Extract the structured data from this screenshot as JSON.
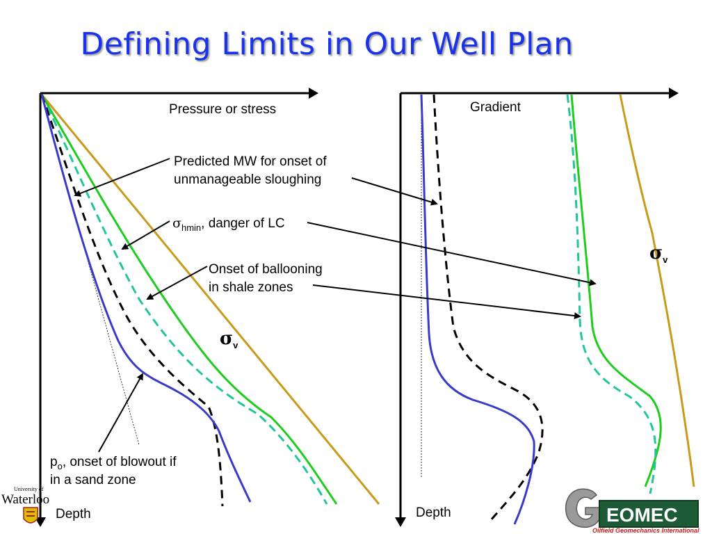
{
  "title": "Defining Limits in Our Well Plan",
  "left_plot": {
    "x_axis_label": "Pressure or stress",
    "y_axis_label": "Depth",
    "sigma_v_symbol": "σ",
    "sigma_v_subscript": "v"
  },
  "right_plot": {
    "x_axis_label": "Gradient",
    "y_axis_label": "Depth",
    "sigma_v_symbol": "σ",
    "sigma_v_subscript": "v"
  },
  "annotations": {
    "sloughing_line1": "Predicted MW for onset of",
    "sloughing_line2": "unmanageable sloughing",
    "hmin_symbol": "σ",
    "hmin_subscript": "hmin",
    "hmin_text": ", danger of LC",
    "ballooning_line1": "Onset of ballooning",
    "ballooning_line2": "in shale zones",
    "blowout_p": "p",
    "blowout_subscript": "o",
    "blowout_line1": ", onset of blowout if",
    "blowout_line2": "in a sand zone"
  },
  "logos": {
    "waterloo_small": "University of",
    "waterloo_name": "Waterloo",
    "geomec_name": "EOMEC",
    "geomec_tagline": "Oilfield Geomechanics International"
  },
  "colors": {
    "title": "#1a33e8",
    "pore_pressure": "#3a3ac8",
    "sloughing_mw": "#000000",
    "ballooning": "#22c59a",
    "sigma_hmin": "#1ecc1e",
    "sigma_v": "#c89a1a"
  }
}
